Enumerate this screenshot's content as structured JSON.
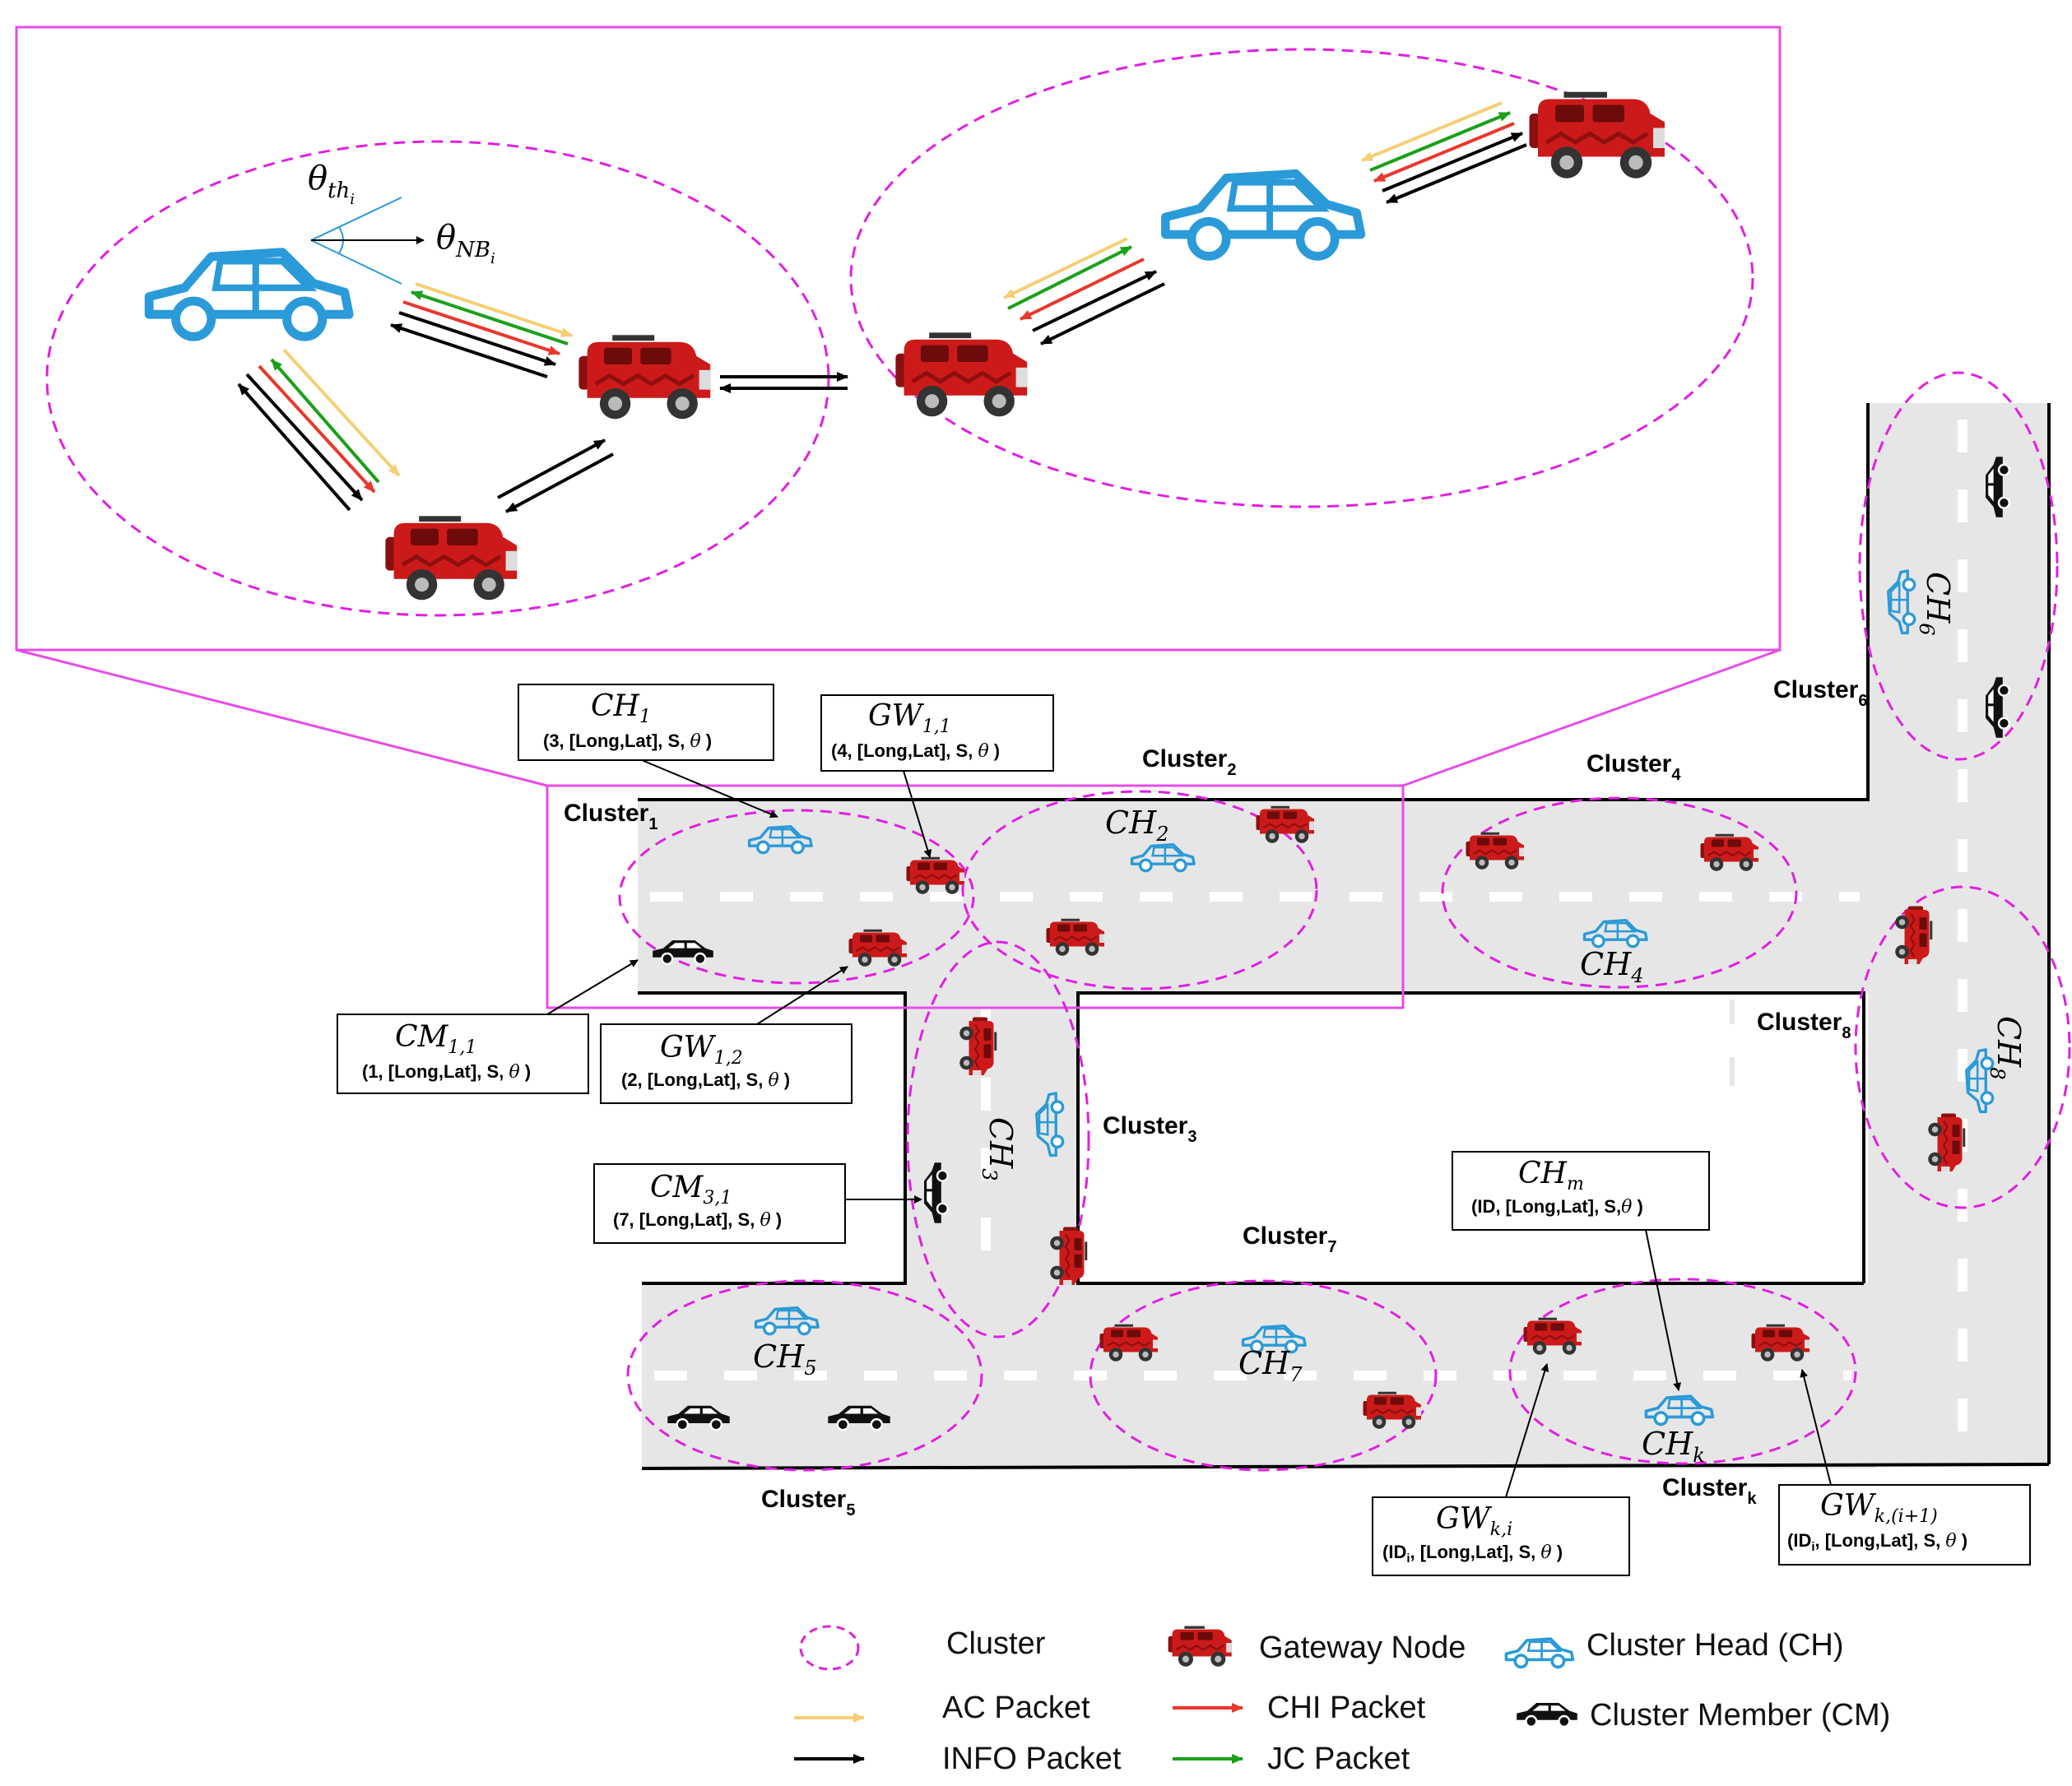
{
  "colors": {
    "cluster": "#e020e0",
    "road": "#e6e6e6",
    "ch_car": "#2b9ad8",
    "cm_car": "#111111",
    "gw_car": "#cc1a1a",
    "ac": "#f5cf74",
    "chi": "#e8382c",
    "jc": "#1aa01a",
    "info": "#000000"
  },
  "icons": {
    "cluster_head": "blue-outline-car-icon",
    "gateway": "red-jeep-icon",
    "member": "black-car-icon"
  },
  "zoom": {
    "theta_th": "θ",
    "theta_th_sub": "th",
    "theta_th_subsub": "i",
    "theta_nb": "θ",
    "theta_nb_sub": "NB",
    "theta_nb_subsub": "i"
  },
  "clusters": {
    "c1": {
      "name": "Cluster",
      "sub": "1"
    },
    "c2": {
      "name": "Cluster",
      "sub": "2"
    },
    "c3": {
      "name": "Cluster",
      "sub": "3"
    },
    "c4": {
      "name": "Cluster",
      "sub": "4"
    },
    "c5": {
      "name": "Cluster",
      "sub": "5"
    },
    "c6": {
      "name": "Cluster",
      "sub": "6"
    },
    "c7": {
      "name": "Cluster",
      "sub": "7"
    },
    "c8": {
      "name": "Cluster",
      "sub": "8"
    },
    "ck": {
      "name": "Cluster",
      "sub": "k"
    }
  },
  "heads": {
    "ch2": {
      "name": "CH",
      "sub": "2"
    },
    "ch3": {
      "name": "CH",
      "sub": "3"
    },
    "ch4": {
      "name": "CH",
      "sub": "4"
    },
    "ch5": {
      "name": "CH",
      "sub": "5"
    },
    "ch6": {
      "name": "CH",
      "sub": "6"
    },
    "ch7": {
      "name": "CH",
      "sub": "7"
    },
    "ch8": {
      "name": "CH",
      "sub": "8"
    },
    "chk": {
      "name": "CH",
      "sub": "k"
    }
  },
  "boxes": {
    "ch1": {
      "name": "CH",
      "sub": "1",
      "tuple_a": "(3, [Long,Lat], S, ",
      "theta": "θ",
      "tuple_b": " )"
    },
    "gw11": {
      "name": "GW",
      "sub": "1,1",
      "tuple_a": "(4, [Long,Lat], S, ",
      "theta": "θ",
      "tuple_b": " )"
    },
    "cm11": {
      "name": "CM",
      "sub": "1,1",
      "tuple_a": "(1, [Long,Lat], S, ",
      "theta": "θ",
      "tuple_b": " )"
    },
    "gw12": {
      "name": "GW",
      "sub": "1,2",
      "tuple_a": "(2, [Long,Lat], S, ",
      "theta": "θ",
      "tuple_b": " )"
    },
    "cm31": {
      "name": "CM",
      "sub": "3,1",
      "tuple_a": "(7, [Long,Lat], S, ",
      "theta": "θ",
      "tuple_b": " )"
    },
    "chm": {
      "name": "CH",
      "sub": "m",
      "tuple_a": "(ID, [Long,Lat], S,",
      "theta": "θ",
      "tuple_b": " )"
    },
    "gwki": {
      "name": "GW",
      "sub": "k,i",
      "tuple_a": "(ID",
      "tuple_sub": "i",
      "tuple_c": ", [Long,Lat], S, ",
      "theta": "θ",
      "tuple_b": " )"
    },
    "gwki1": {
      "name": "GW",
      "sub": "k,(i+1)",
      "tuple_a": "(ID",
      "tuple_sub": "i",
      "tuple_c": ", [Long,Lat], S, ",
      "theta": "θ",
      "tuple_b": " )"
    }
  },
  "legend": {
    "cluster": "Cluster",
    "gateway": "Gateway Node",
    "cluster_head": "Cluster Head (CH)",
    "ac": "AC Packet",
    "chi": "CHI Packet",
    "member": "Cluster Member (CM)",
    "info": "INFO Packet",
    "jc": "JC Packet"
  }
}
